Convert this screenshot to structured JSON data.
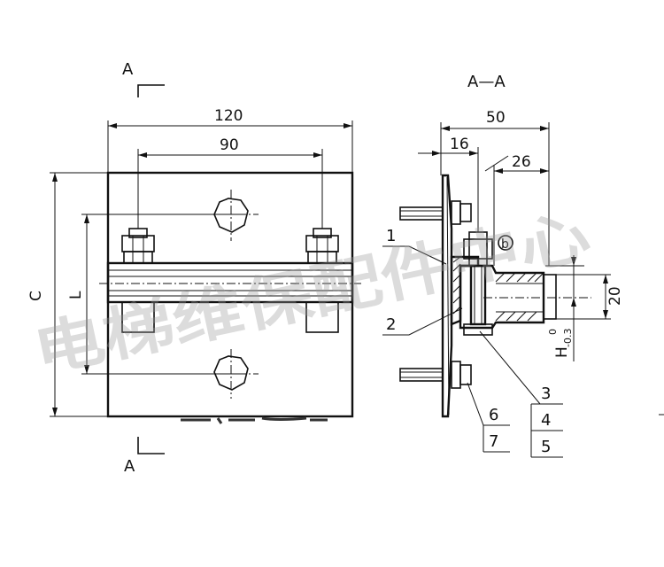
{
  "front_view": {
    "section_marker_top": "A",
    "section_marker_bottom": "A",
    "dim_width_overall": "120",
    "dim_bolt_spacing": "90",
    "dim_height_c": "C",
    "dim_height_l": "L"
  },
  "section_view": {
    "title": "A—A",
    "dim_50": "50",
    "dim_16": "16",
    "dim_26": "26",
    "dim_20": "20",
    "dim_h": "H",
    "dim_h_upper": "0",
    "dim_h_lower": "-0.3",
    "circle_label": "b"
  },
  "part_labels": [
    "1",
    "2",
    "3",
    "4",
    "5",
    "6",
    "7"
  ],
  "watermark": "电梯维保配件中心"
}
